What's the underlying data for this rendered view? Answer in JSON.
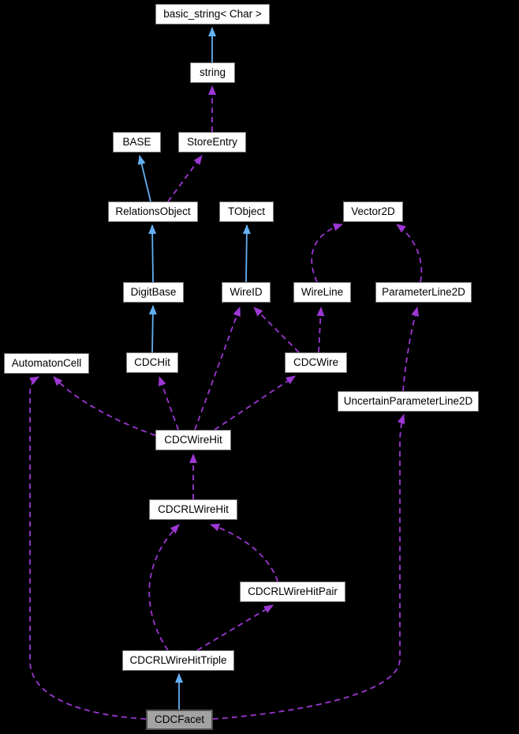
{
  "diagram": {
    "type": "collaboration-graph",
    "background_color": "#000000",
    "colors": {
      "inheritance": "#63b0f2",
      "usage": "#9d37d4",
      "node_fill": "#ffffff",
      "node_border": "#767676",
      "node_text": "#000000",
      "highlight_fill": "#a3a3a3",
      "highlight_border": "#4f4f4f"
    },
    "nodes": {
      "basic_string": {
        "label": "basic_string< Char >"
      },
      "string": {
        "label": "string"
      },
      "base": {
        "label": "BASE"
      },
      "store_entry": {
        "label": "StoreEntry"
      },
      "relations_object": {
        "label": "RelationsObject"
      },
      "tobject": {
        "label": "TObject"
      },
      "vector2d": {
        "label": "Vector2D"
      },
      "digit_base": {
        "label": "DigitBase"
      },
      "wire_id": {
        "label": "WireID"
      },
      "wire_line": {
        "label": "WireLine"
      },
      "parameter_line2d": {
        "label": "ParameterLine2D"
      },
      "automaton_cell": {
        "label": "AutomatonCell"
      },
      "cdc_hit": {
        "label": "CDCHit"
      },
      "cdc_wire": {
        "label": "CDCWire"
      },
      "uncertain_parameter_line2d": {
        "label": "UncertainParameterLine2D"
      },
      "cdc_wire_hit": {
        "label": "CDCWireHit"
      },
      "cdc_rl_wire_hit": {
        "label": "CDCRLWireHit"
      },
      "cdc_rl_wire_hit_pair": {
        "label": "CDCRLWireHitPair"
      },
      "cdc_rl_wire_hit_triple": {
        "label": "CDCRLWireHitTriple"
      },
      "cdc_facet": {
        "label": "CDCFacet",
        "highlighted": true
      }
    },
    "edges": [
      {
        "from": "string",
        "to": "basic_string",
        "relation": "inheritance"
      },
      {
        "from": "store_entry",
        "to": "string",
        "relation": "usage"
      },
      {
        "from": "relations_object",
        "to": "base",
        "relation": "inheritance"
      },
      {
        "from": "relations_object",
        "to": "store_entry",
        "relation": "usage"
      },
      {
        "from": "digit_base",
        "to": "relations_object",
        "relation": "inheritance"
      },
      {
        "from": "wire_id",
        "to": "tobject",
        "relation": "inheritance"
      },
      {
        "from": "wire_line",
        "to": "vector2d",
        "relation": "usage"
      },
      {
        "from": "parameter_line2d",
        "to": "vector2d",
        "relation": "usage"
      },
      {
        "from": "cdc_hit",
        "to": "digit_base",
        "relation": "inheritance"
      },
      {
        "from": "cdc_wire",
        "to": "wire_id",
        "relation": "usage"
      },
      {
        "from": "cdc_wire",
        "to": "wire_line",
        "relation": "usage"
      },
      {
        "from": "uncertain_parameter_line2d",
        "to": "parameter_line2d",
        "relation": "usage"
      },
      {
        "from": "cdc_wire_hit",
        "to": "automaton_cell",
        "relation": "usage"
      },
      {
        "from": "cdc_wire_hit",
        "to": "cdc_hit",
        "relation": "usage"
      },
      {
        "from": "cdc_wire_hit",
        "to": "wire_id",
        "relation": "usage"
      },
      {
        "from": "cdc_wire_hit",
        "to": "cdc_wire",
        "relation": "usage"
      },
      {
        "from": "cdc_rl_wire_hit",
        "to": "cdc_wire_hit",
        "relation": "usage"
      },
      {
        "from": "cdc_rl_wire_hit_pair",
        "to": "cdc_rl_wire_hit",
        "relation": "usage"
      },
      {
        "from": "cdc_rl_wire_hit_triple",
        "to": "cdc_rl_wire_hit",
        "relation": "usage"
      },
      {
        "from": "cdc_rl_wire_hit_triple",
        "to": "cdc_rl_wire_hit_pair",
        "relation": "usage"
      },
      {
        "from": "cdc_facet",
        "to": "cdc_rl_wire_hit_triple",
        "relation": "inheritance"
      },
      {
        "from": "cdc_facet",
        "to": "automaton_cell",
        "relation": "usage"
      },
      {
        "from": "cdc_facet",
        "to": "uncertain_parameter_line2d",
        "relation": "usage"
      }
    ]
  }
}
